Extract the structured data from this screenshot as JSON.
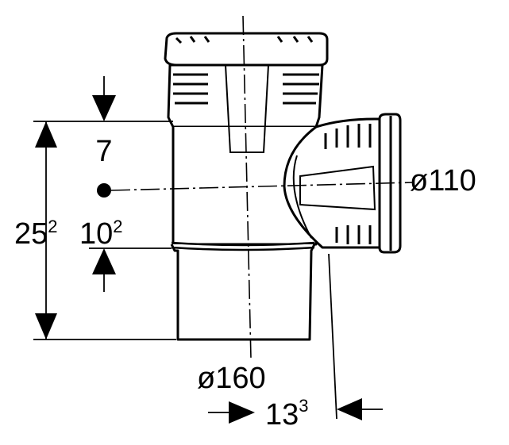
{
  "labels": {
    "overall_height": {
      "main": "25",
      "sup": "2"
    },
    "branch_height": {
      "main": "10",
      "sup": "2"
    },
    "top_offset": "7",
    "branch_diameter": "ø110",
    "main_diameter": "ø160",
    "offset_width": {
      "main": "13",
      "sup": "3"
    }
  },
  "colors": {
    "line": "#000000",
    "background": "#ffffff"
  }
}
